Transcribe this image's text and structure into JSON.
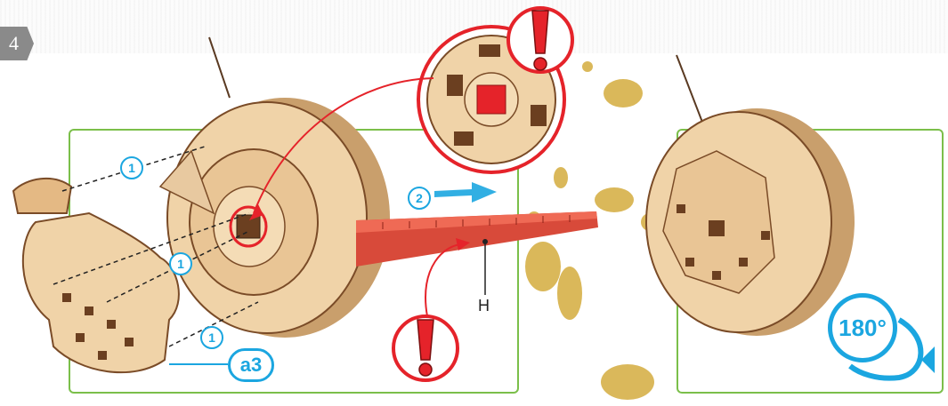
{
  "step": {
    "number": "4"
  },
  "callouts": {
    "step1_a": "1",
    "step1_b": "1",
    "step1_c": "1",
    "step2": "2",
    "part": "a3",
    "tool": "H",
    "rotate": "180°"
  },
  "colors": {
    "frame": "#7bbf4a",
    "callout": "#1ba6e0",
    "warning": "#e5232a",
    "wood": "#f0d3a8",
    "wood_edge": "#7a4b27",
    "tool": "#d84a3a",
    "ink_splash": "#c9a033"
  },
  "icons": [
    "warning-exclamation-icon",
    "rotate-arrow-icon",
    "direction-arrow-icon"
  ]
}
